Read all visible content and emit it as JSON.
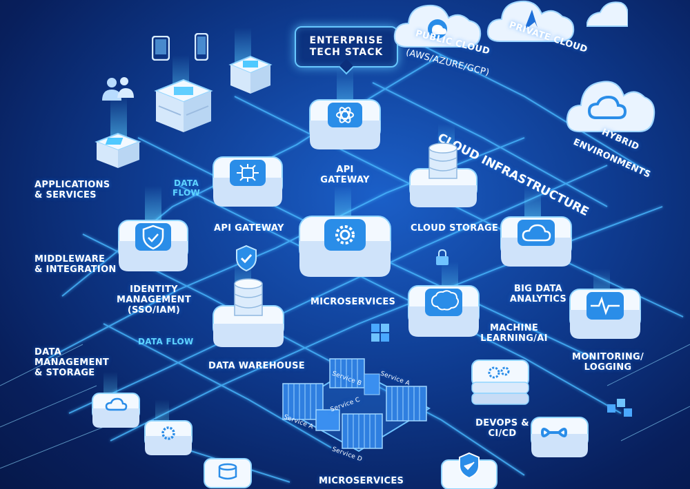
{
  "title": {
    "line1": "ENTERPRISE",
    "line2": "TECH STACK"
  },
  "colors": {
    "background": "#0e3a8e",
    "glow": "#5fd4ff",
    "tile_face": "#eef6ff",
    "icon_blue": "#1e88e5"
  },
  "clouds": {
    "public": {
      "line1": "PUBLIC CLOUD",
      "line2": "(AWS/AZURE/GCP)"
    },
    "private": "PRIVATE CLOUD",
    "hybrid": {
      "line1": "HYBRID",
      "line2": "ENVIRONMENTS"
    },
    "infrastructure": "CLOUD INFRASTRUCTURE"
  },
  "layers": {
    "applications": "APPLICATIONS\n& SERVICES",
    "middleware": "MIDDLEWARE\n& INTEGRATION",
    "data": "DATA\nMANAGEMENT\n& STORAGE"
  },
  "flows": {
    "data_flow_top": "DATA\nFLOW",
    "data_flow_mid": "DATA FLOW"
  },
  "components": {
    "api_gateway_top": "API GATEWAY",
    "api_gateway_left": "API GATEWAY",
    "cloud_storage": "CLOUD STORAGE",
    "identity": "IDENTITY\nMANAGEMENT\n(SSO/IAM)",
    "microservices_center": "MICROSERVICES",
    "big_data": "BIG DATA\nANALYTICS",
    "machine_learning": "MACHINE\nLEARNING/AI",
    "monitoring": "MONITORING/\nLOGGING",
    "data_warehouse": "DATA WAREHOUSE",
    "devops": "DEVOPS &\nCI/CD",
    "microservices_bottom": "MICROSERVICES"
  },
  "services": [
    "Service A",
    "Service B",
    "Service C",
    "Service D",
    "Service A"
  ],
  "icons": {
    "users": "users-icon",
    "tablet": "tablet-icon",
    "phone": "phone-icon",
    "api": "api-hub-icon",
    "gear": "gear-icon",
    "shield": "shield-check-icon",
    "database": "database-icon",
    "cloud": "cloud-icon",
    "brain": "brain-icon",
    "pulse": "heartbeat-icon",
    "devops": "gears-icon",
    "infinity": "infinity-icon",
    "lock": "lock-icon",
    "azure": "azure-logo-icon"
  }
}
